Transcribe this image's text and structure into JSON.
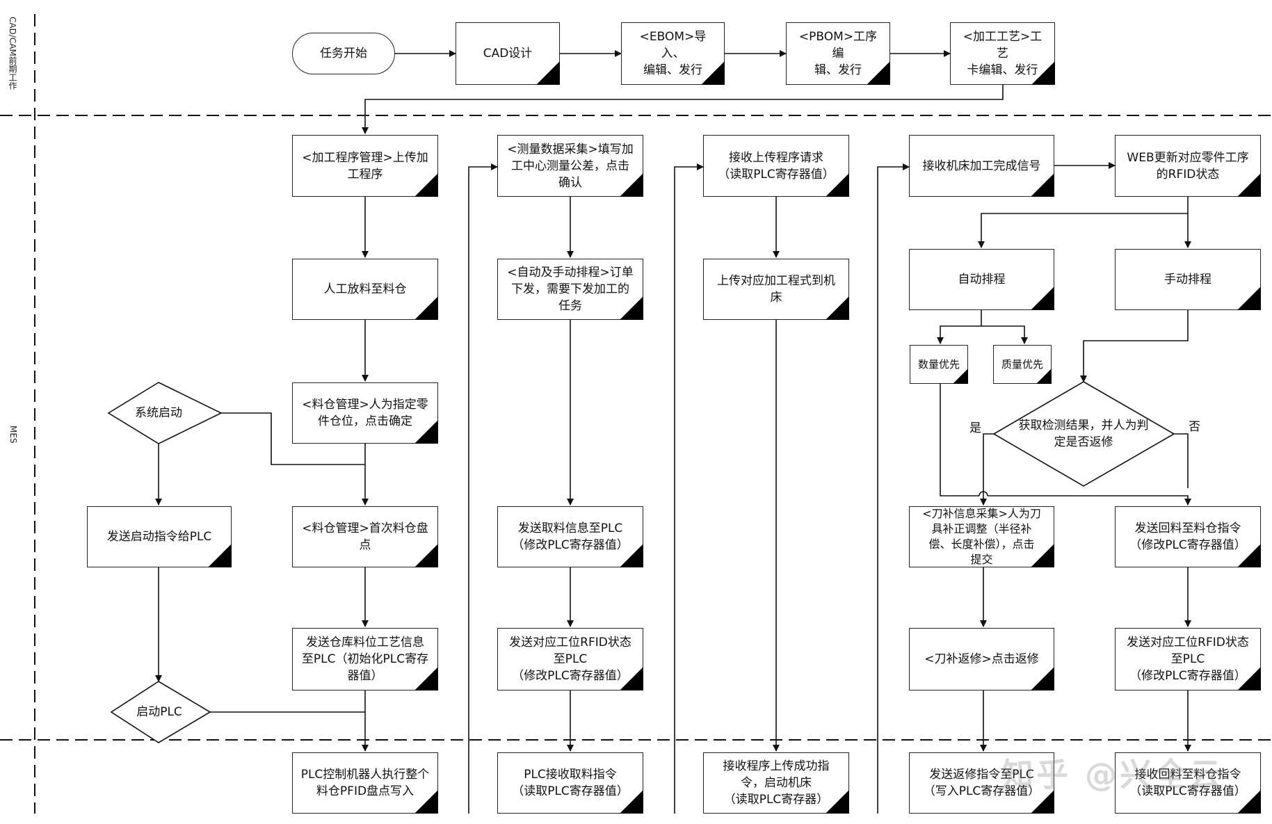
{
  "lanes": {
    "cad": "CAD/CAM前期工作",
    "mes": "MES"
  },
  "nodes": {
    "start": "任务开始",
    "cad": "CAD设计",
    "ebom": "<EBOM>导入、\n编辑、发行",
    "pbom": "<PBOM>工序编\n辑、发行",
    "craft": "<加工工艺>工艺\n卡编辑、发行",
    "c1_upload": "<加工程序管理>上传加\n工程序",
    "c1_manual": "人工放料至料仓",
    "c1_assign": "<料仓管理>人为指定零\n件仓位，点击确定",
    "c1_inventory": "<料仓管理>首次料仓盘\n点",
    "c1_sendinfo": "发送仓库料位工艺信息\n至PLC（初始化PLC寄存\n器值）",
    "c1_plcrobot": "PLC控制机器人执行整个\n料仓PFID盘点写入",
    "c0_sysstart": "系统启动",
    "c0_sendstart": "发送启动指令给PLC",
    "c0_startplc": "启动PLC",
    "c2_measure": "<测量数据采集>填写加\n工中心测量公差，点击\n确认",
    "c2_schedule": "<自动及手动排程>订单\n下发，需要下发加工的\n任务",
    "c2_sendpick": "发送取料信息至PLC\n（修改PLC寄存器值）",
    "c2_sendrfid": "发送对应工位RFID状态\n至PLC\n（修改PLC寄存器值）",
    "c2_plcrecv": "PLC接收取料指令\n（读取PLC寄存器值）",
    "c3_recvupload": "接收上传程序请求\n（读取PLC寄存器值）",
    "c3_uploadprog": "上传对应加工程式到机\n床",
    "c3_recvsuccess": "接收程序上传成功指\n令，启动机床\n（读取PLC寄存器）",
    "c4_recvdone": "接收机床加工完成信号",
    "c4_web": "WEB更新对应零件工序\n的RFID状态",
    "c4_auto": "自动排程",
    "c4_manual": "手动排程",
    "c4_qty": "数量优先",
    "c4_quality": "质量优先",
    "c4_decision": "获取检测结果，并人为判\n定是否返修",
    "c4_tool": "<刀补信息采集>人为刀\n具补正调整（半径补\n偿、长度补偿），点击\n提交",
    "c4_sendback": "发送回料至料仓指令\n（修改PLC寄存器值）",
    "c4_rework": "<刀补返修>点击返修",
    "c4_sendrfid": "发送对应工位RFID状态\n至PLC\n（修改PLC寄存器值）",
    "c4_sendrework": "发送返修指令至PLC\n（写入PLC寄存器值）",
    "c4_recvback": "接收回料至料仓指令\n（读取PLC寄存器值）"
  },
  "labels": {
    "yes": "是",
    "no": "否"
  },
  "watermark": "知乎 @兴全云"
}
